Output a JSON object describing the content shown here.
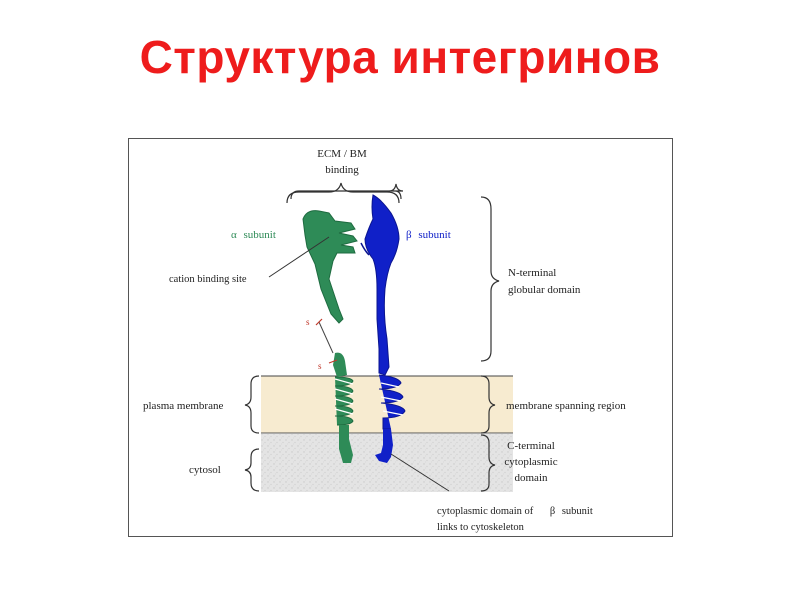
{
  "slide": {
    "title": "Структура интегринов"
  },
  "diagram": {
    "labels": {
      "ecm_line1": "ECM / BM",
      "ecm_line2": "binding",
      "alpha_symbol": "α",
      "alpha_text": "subunit",
      "beta_symbol": "β",
      "beta_text": "subunit",
      "cation_binding_site": "cation binding site",
      "disulfide_s1": "s",
      "disulfide_s2": "s",
      "n_terminal_line1": "N-terminal",
      "n_terminal_line2": "globular domain",
      "plasma_membrane": "plasma membrane",
      "membrane_spanning_region": "membrane spanning region",
      "cytosol": "cytosol",
      "c_terminal_line1": "C-terminal",
      "c_terminal_line2": "cytoplasmic",
      "c_terminal_line3": "domain",
      "cyto_domain_line1": "cytoplasmic domain of",
      "cyto_domain_beta": "β",
      "cyto_domain_subunit": "subunit",
      "cyto_domain_line2": "links to cytoskeleton"
    },
    "colors": {
      "alpha_subunit": "#2e8b57",
      "beta_subunit": "#1020c8",
      "membrane": "#f7ebd0",
      "cytosol": "#e2e2e2",
      "disulfide": "#c0392b"
    }
  }
}
